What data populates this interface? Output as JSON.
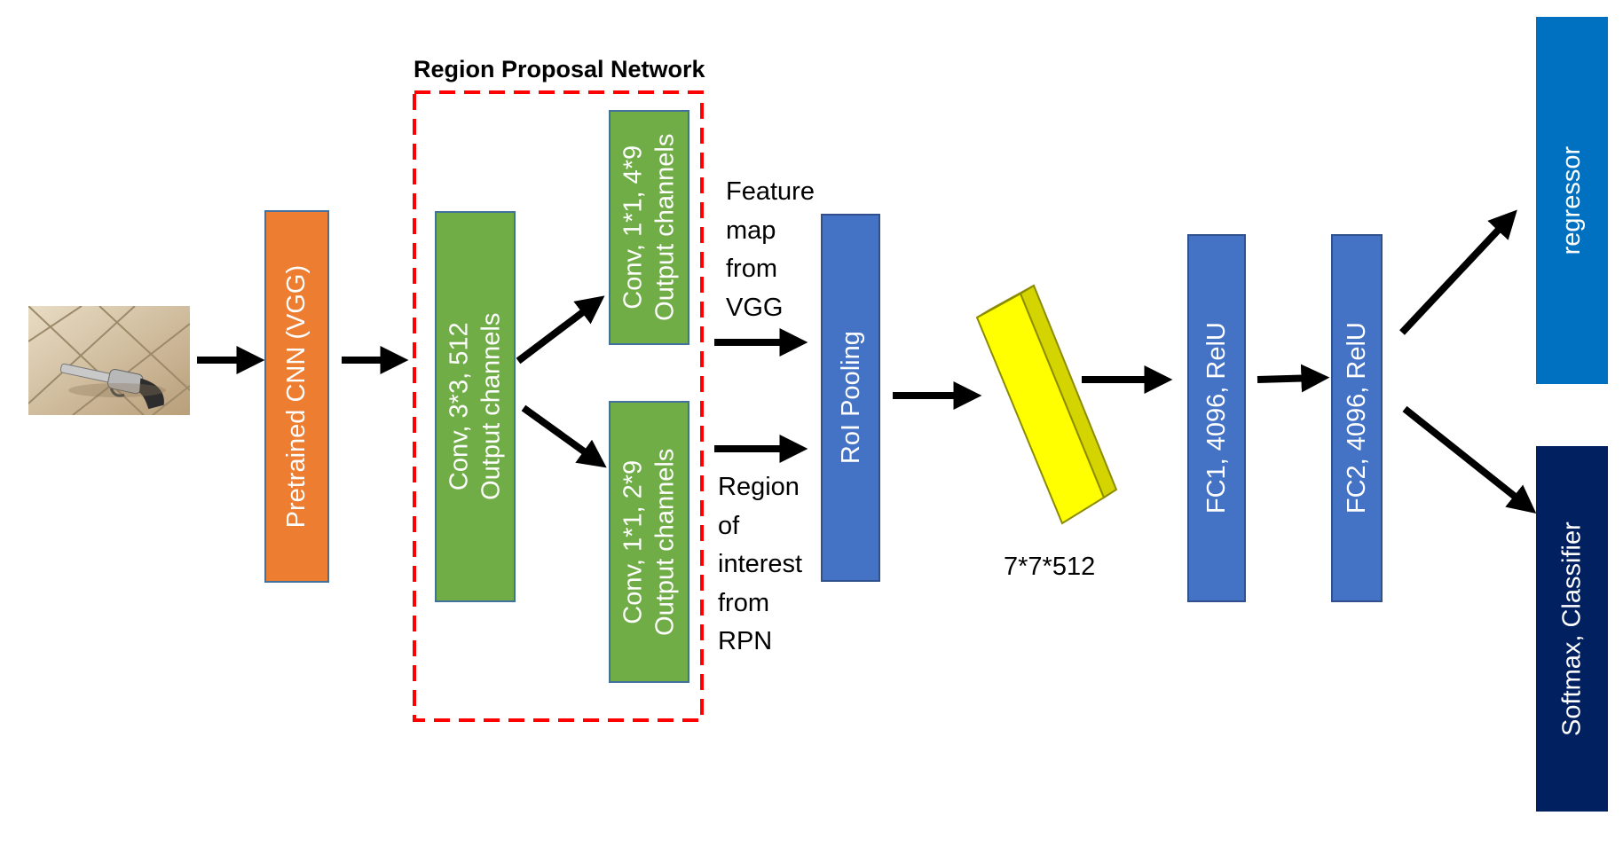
{
  "rpn": {
    "title": "Region Proposal Network"
  },
  "input_image": {
    "icon": "revolver-photo"
  },
  "nodes": {
    "pretrained_cnn": "Pretrained CNN (VGG)",
    "conv_3x3": {
      "line1": "Conv, 3*3, 512",
      "line2": "Output channels"
    },
    "conv_reg": {
      "line1": "Conv, 1*1, 4*9",
      "line2": "Output channels"
    },
    "conv_cls": {
      "line1": "Conv, 1*1, 2*9",
      "line2": "Output channels"
    },
    "roi_pooling": "RoI Pooling",
    "fc1": "FC1, 4096, RelU",
    "fc2": "FC2, 4096, RelU",
    "regressor": "regressor",
    "classifier": "Softmax, Classifier"
  },
  "labels": {
    "feature_map": [
      "Feature",
      "map",
      "from",
      "VGG"
    ],
    "roi_from_rpn": [
      "Region",
      "of",
      "interest",
      "from",
      "RPN"
    ],
    "tensor_shape": "7*7*512"
  },
  "colors": {
    "green": "#70ad47",
    "orange": "#ed7d31",
    "blue": "#4472c4",
    "regressor_blue": "#0070c0",
    "navy": "#002060",
    "dashed_red": "#ff0000",
    "cuboid_yellow": "#ffff00"
  }
}
